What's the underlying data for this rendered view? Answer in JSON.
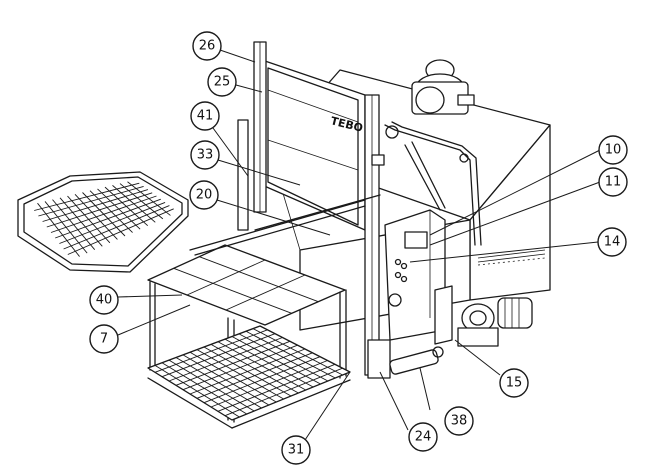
{
  "diagram": {
    "brand_text": "TEBO",
    "callouts": [
      {
        "id": "c26",
        "label": "26"
      },
      {
        "id": "c25",
        "label": "25"
      },
      {
        "id": "c41",
        "label": "41"
      },
      {
        "id": "c33",
        "label": "33"
      },
      {
        "id": "c20",
        "label": "20"
      },
      {
        "id": "c10",
        "label": "10"
      },
      {
        "id": "c11",
        "label": "11"
      },
      {
        "id": "c14",
        "label": "14"
      },
      {
        "id": "c40",
        "label": "40"
      },
      {
        "id": "c7",
        "label": "7"
      },
      {
        "id": "c15",
        "label": "15"
      },
      {
        "id": "c38",
        "label": "38"
      },
      {
        "id": "c24",
        "label": "24"
      },
      {
        "id": "c31",
        "label": "31"
      }
    ]
  }
}
